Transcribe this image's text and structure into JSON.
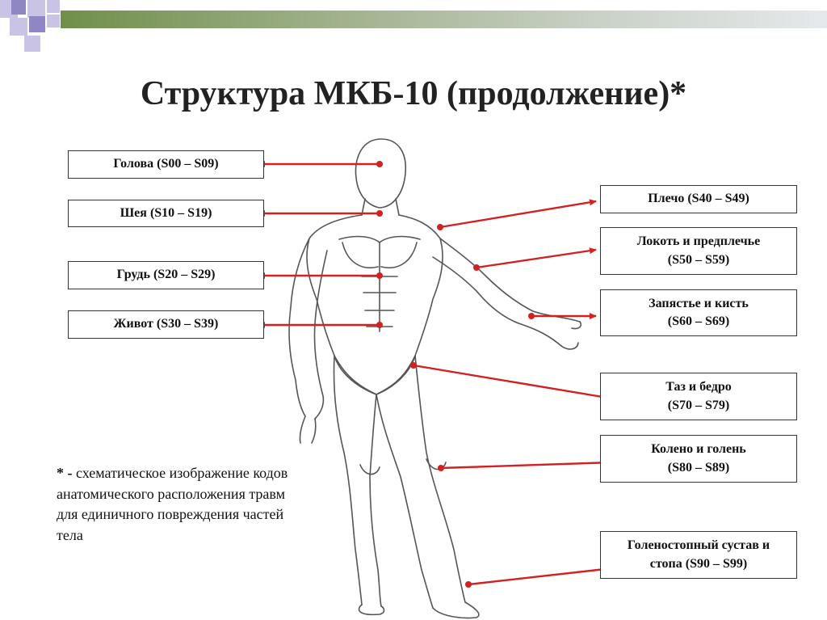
{
  "slide": {
    "title": "Структура МКБ-10 (продолжение)*",
    "note_star": "* -",
    "note_text": " схематическое изображение кодов анатомического расположения травм для единичного повреждения частей тела"
  },
  "labels": {
    "head": "Голова (S00 – S09)",
    "neck": "Шея (S10 – S19)",
    "chest": "Грудь (S20 – S29)",
    "abdomen": "Живот (S30 – S39)",
    "shoulder": "Плечо (S40 – S49)",
    "elbow_line1": "Локоть и предплечье",
    "elbow_line2": "(S50 – S59)",
    "wrist_line1": "Запястье и кисть",
    "wrist_line2": "(S60 – S69)",
    "hip_line1": "Таз и бедро",
    "hip_line2": "(S70 – S79)",
    "knee_line1": "Колено и голень",
    "knee_line2": "(S80 – S89)",
    "ankle_line1": "Голеностопный сустав и",
    "ankle_line2": "стопа (S90 – S99)"
  },
  "colors": {
    "arrow": "#d32020",
    "accent_bar": "#6f8f4a",
    "square_light": "#c9c3e6",
    "square_dark": "#8e87c4"
  }
}
